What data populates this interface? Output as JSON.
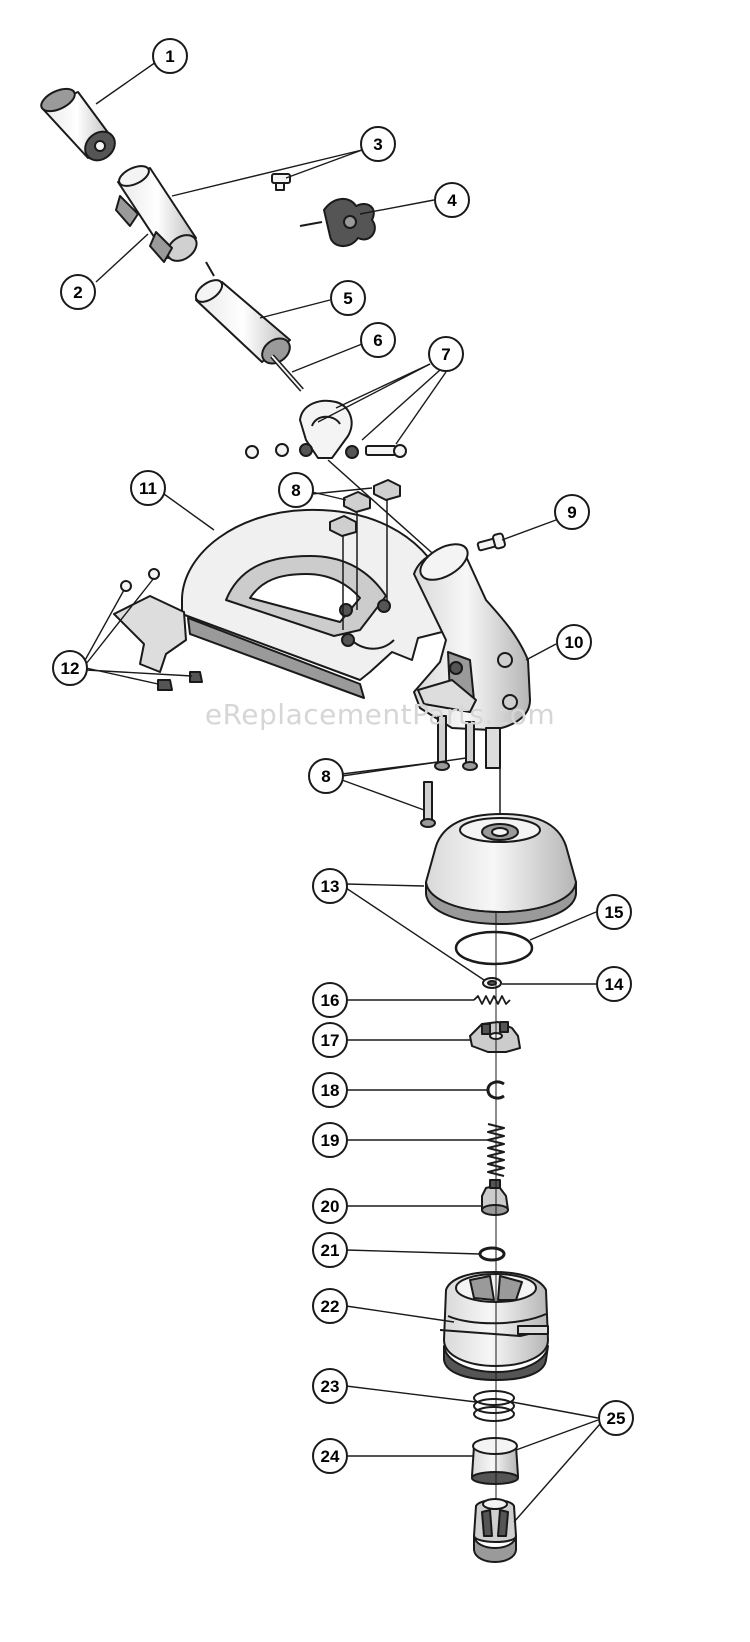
{
  "watermark": "eReplacementParts.com",
  "callouts": [
    "1",
    "2",
    "3",
    "4",
    "5",
    "6",
    "7",
    "8",
    "9",
    "10",
    "11",
    "12",
    "13",
    "14",
    "15",
    "16",
    "17",
    "18",
    "19",
    "20",
    "21",
    "22",
    "23",
    "24",
    "25"
  ],
  "colors": {
    "line": "#1a1a1a",
    "part_fill": "#f4f4f4",
    "shade": "#9a9a9a",
    "dark": "#555555"
  }
}
